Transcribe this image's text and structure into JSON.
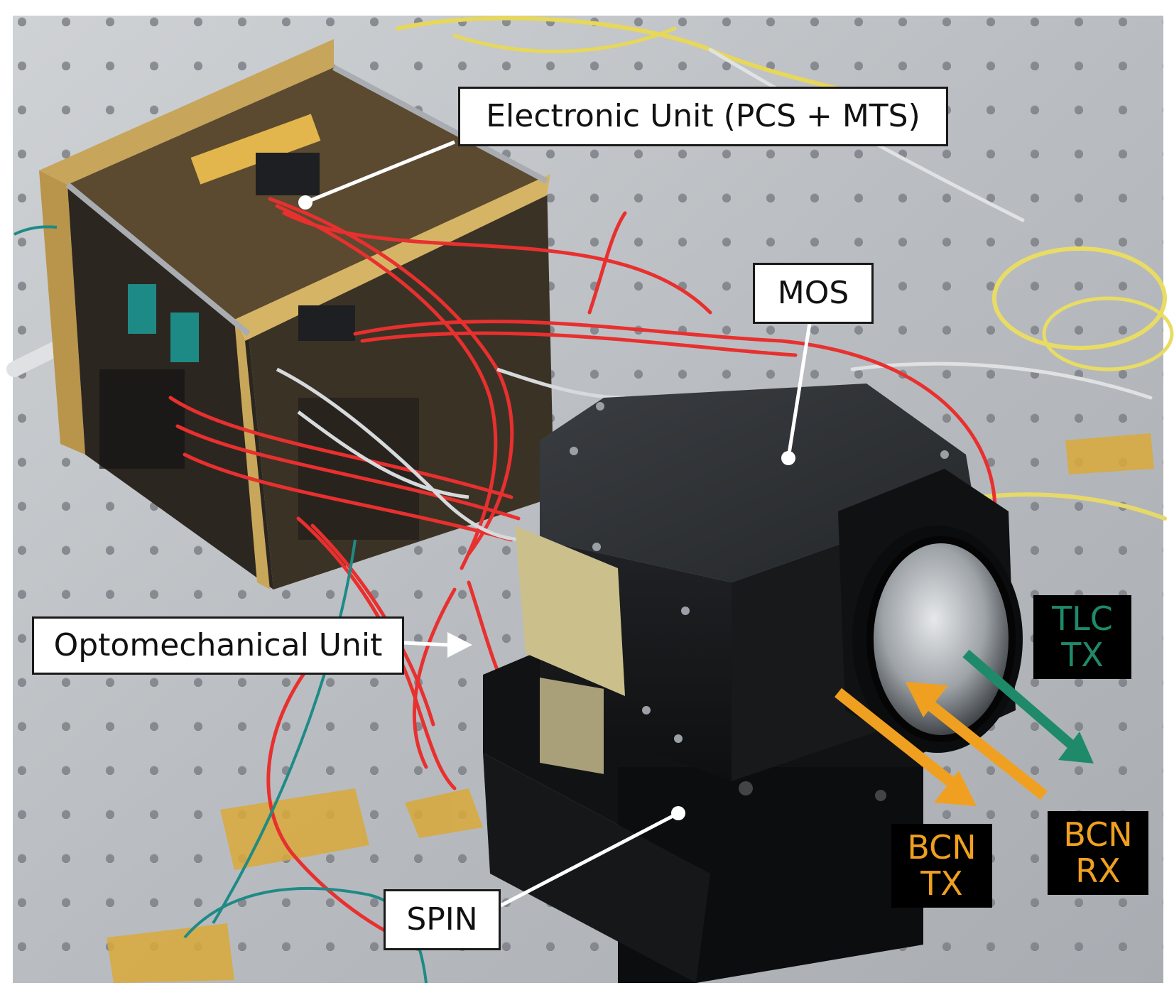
{
  "labels": {
    "electronic_unit": "Electronic Unit (PCS + MTS)",
    "mos": "MOS",
    "optomechanical_unit": "Optomechanical Unit",
    "spin": "SPIN",
    "tlc_tx": {
      "line1": "TLC",
      "line2": "TX"
    },
    "bcn_tx": {
      "line1": "BCN",
      "line2": "TX"
    },
    "bcn_rx": {
      "line1": "BCN",
      "line2": "RX"
    }
  },
  "colors": {
    "tlc": "#1f8a6a",
    "bcn": "#f0a020",
    "cable": "#e8302f",
    "table": "#b9bdc2",
    "housing": "#1c1e21"
  }
}
